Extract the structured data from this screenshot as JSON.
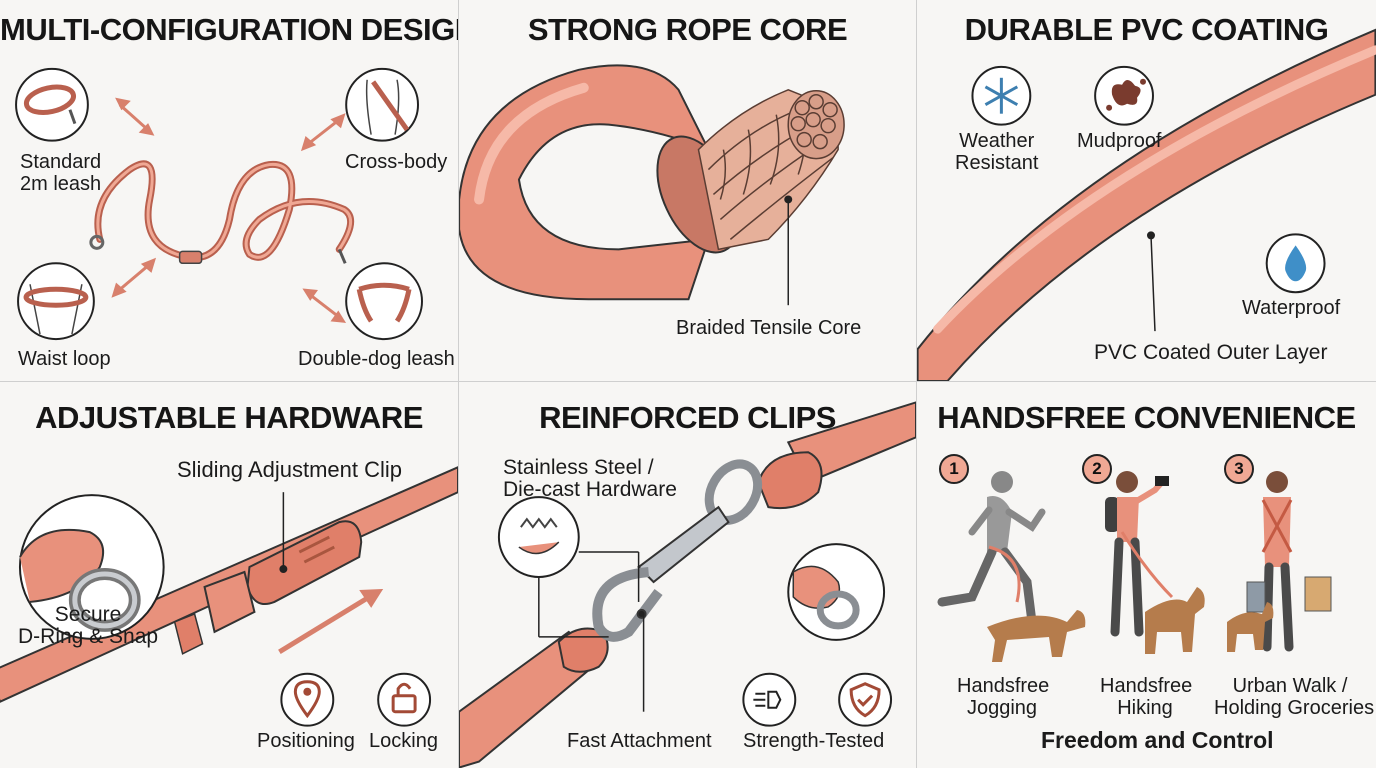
{
  "colors": {
    "rope": "#e4907c",
    "rope_dark": "#b9604e",
    "rope_light": "#f4b7a5",
    "metal": "#a9adb2",
    "ink": "#161616"
  },
  "panels": {
    "multi": {
      "title": "MULTI-CONFIGURATION DESIGN",
      "labels": {
        "standard_line1": "Standard",
        "standard_line2": "2m leash",
        "cross_body": "Cross-body",
        "waist_loop": "Waist loop",
        "double_dog": "Double-dog leash"
      }
    },
    "rope": {
      "title": "STRONG ROPE CORE",
      "label": "Braided Tensile Core"
    },
    "pvc": {
      "title": "DURABLE PVC COATING",
      "weather_line1": "Weather",
      "weather_line2": "Resistant",
      "mudproof": "Mudproof",
      "waterproof": "Waterproof",
      "outer": "PVC Coated Outer Layer",
      "icons": [
        "snowflake-icon",
        "mud-splash-icon",
        "water-drop-icon"
      ]
    },
    "hardware": {
      "title": "ADJUSTABLE HARDWARE",
      "sliding": "Sliding Adjustment Clip",
      "secure_line1": "Secure",
      "secure_line2": "D-Ring & Snap",
      "positioning": "Positioning",
      "locking": "Locking",
      "icons": [
        "location-pin-icon",
        "padlock-icon"
      ]
    },
    "clips": {
      "title": "REINFORCED CLIPS",
      "steel_line1": "Stainless Steel /",
      "steel_line2": "Die-cast Hardware",
      "fast": "Fast Attachment",
      "strength": "Strength-Tested",
      "icons": [
        "speed-lines-icon",
        "shield-check-icon"
      ]
    },
    "handsfree": {
      "title": "HANDSFREE CONVENIENCE",
      "items": [
        {
          "num": "1",
          "line1": "Handsfree",
          "line2": "Jogging"
        },
        {
          "num": "2",
          "line1": "Handsfree",
          "line2": "Hiking"
        },
        {
          "num": "3",
          "line1": "Urban Walk /",
          "line2": "Holding Groceries"
        }
      ],
      "footer": "Freedom and Control"
    }
  }
}
